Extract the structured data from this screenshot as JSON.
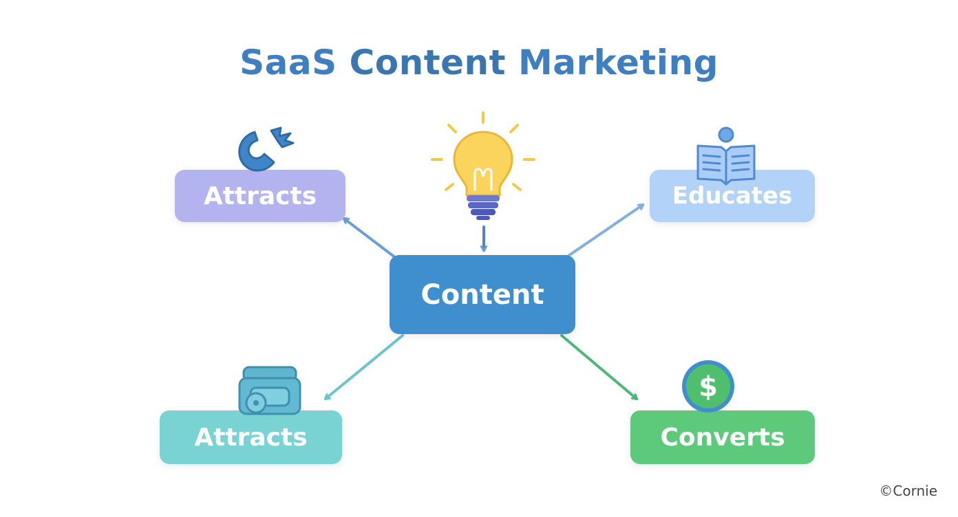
{
  "title": {
    "part1": "SaaS",
    "part2": "Content",
    "part3": "Marketing"
  },
  "nodes": {
    "center": "Content",
    "top_left": "Attracts",
    "top_right": "Educates",
    "bottom_left": "Attracts",
    "bottom_right": "Converts"
  },
  "icons": {
    "top_left": "magnet-icon",
    "top_center": "lightbulb-icon",
    "top_right": "open-book-icon",
    "bottom_left": "inbox-stack-icon",
    "bottom_right": "dollar-coin-icon"
  },
  "dollar_symbol": "$",
  "colors": {
    "title": "#3f7fbf",
    "center": "#3f8fcf",
    "top_left": "#b3b3ef",
    "top_right": "#b2d2f7",
    "bottom_left": "#79d3d2",
    "bottom_right": "#5cc97b"
  },
  "watermark": "©Cornie"
}
